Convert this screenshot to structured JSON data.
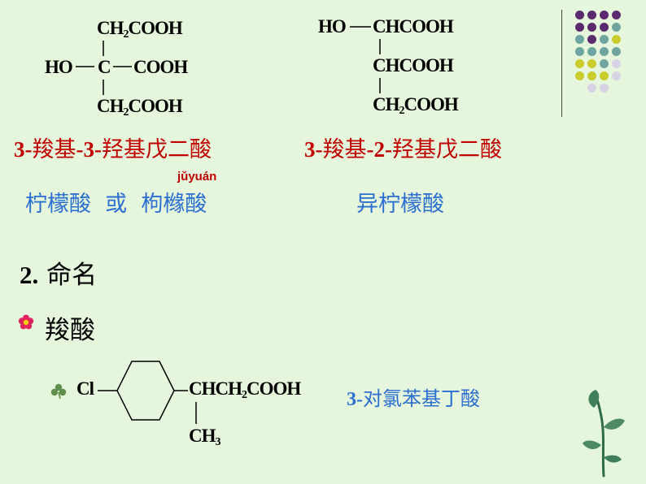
{
  "structures": {
    "citric": {
      "top": "CH2COOH",
      "mid_left": "HO",
      "mid_center": "C",
      "mid_right": "COOH",
      "bottom": "CH2COOH"
    },
    "isocitric": {
      "top_left": "HO",
      "top_right": "CHCOOH",
      "middle": "CHCOOH",
      "bottom": "CH2COOH"
    },
    "chlorophenyl": {
      "cl": "Cl",
      "chain": "CHCH2COOH",
      "methyl": "CH3"
    }
  },
  "labels": {
    "citric_systematic": {
      "num1": "3-",
      "part1": "羧基",
      "num2": "-3-",
      "part2": "羟基戊二酸"
    },
    "isocitric_systematic": {
      "num1": "3-",
      "part1": "羧基",
      "num2": "-2-",
      "part2": "羟基戊二酸"
    },
    "pinyin": "jǔyuán",
    "citric_common": "柠檬酸  或  枸橼酸",
    "isocitric_common": "异柠檬酸",
    "section_number": "2.",
    "section_title": "命名",
    "subsection": "羧酸",
    "chlorophenyl_prefix": "3-",
    "chlorophenyl_name": "对氯苯基丁酸"
  },
  "colors": {
    "background": "#e6f6dc",
    "red": "#c00000",
    "blue": "#2b6fd1",
    "purple": "#5b2a6e",
    "teal": "#6fa59f",
    "yellow": "#c9cc2a",
    "lavender": "#d9d2e4"
  },
  "icons": {
    "bullet1": "flower-bullet-icon",
    "bullet2": "clover-bullet-icon",
    "decoration": "plant-sprout-icon"
  }
}
